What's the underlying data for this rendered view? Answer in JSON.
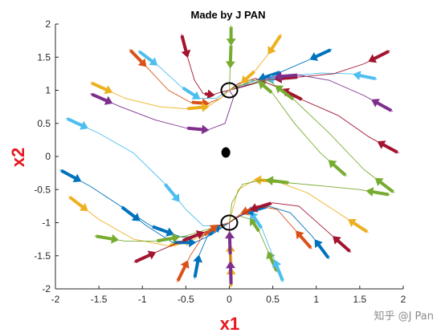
{
  "chart_data": {
    "type": "line",
    "title": "Made by J PAN",
    "xlabel": "x1",
    "ylabel": "x2",
    "label_color": "#e8161e",
    "xlim": [
      -2,
      2
    ],
    "ylim": [
      -2,
      2
    ],
    "xticks": [
      "-2",
      "-1.5",
      "-1",
      "-0.5",
      "0",
      "0.5",
      "1",
      "1.5",
      "2"
    ],
    "yticks": [
      "2",
      "1.5",
      "1",
      "0.5",
      "0",
      "-0.5",
      "-1",
      "-1.5",
      "-2"
    ],
    "grid": false,
    "equilibria": {
      "stable": [
        [
          0,
          1
        ],
        [
          0,
          -1
        ]
      ],
      "saddle": [
        [
          -0.04,
          0.06
        ]
      ]
    },
    "series": [
      {
        "color": "#0072bd",
        "x": [
          1.18,
          0.9,
          0.6,
          0.3,
          0.1,
          0
        ],
        "y": [
          1.62,
          1.45,
          1.28,
          1.15,
          1.06,
          1
        ]
      },
      {
        "color": "#4dbeee",
        "x": [
          1.7,
          1.4,
          1.05,
          0.7,
          0.35,
          0.1,
          0
        ],
        "y": [
          1.17,
          1.25,
          1.26,
          1.22,
          1.13,
          1.04,
          1
        ]
      },
      {
        "color": "#a2142f",
        "x": [
          1.85,
          1.55,
          1.2,
          0.8,
          0.45,
          0.15,
          0
        ],
        "y": [
          1.6,
          1.4,
          1.25,
          1.2,
          1.16,
          1.05,
          1
        ]
      },
      {
        "color": "#7e2f8e",
        "x": [
          1.88,
          1.55,
          1.15,
          0.8,
          0.5,
          0.2,
          0
        ],
        "y": [
          0.68,
          0.92,
          1.15,
          1.23,
          1.2,
          1.08,
          1
        ]
      },
      {
        "color": "#77ac30",
        "x": [
          1.35,
          1.05,
          0.75,
          0.5,
          0.35,
          0.15,
          0
        ],
        "y": [
          -0.3,
          0.05,
          0.5,
          0.95,
          1.12,
          1.08,
          1
        ]
      },
      {
        "color": "#a2142f",
        "x": [
          1.95,
          1.6,
          1.25,
          0.85,
          0.55,
          0.3,
          0.1,
          0
        ],
        "y": [
          0.05,
          0.3,
          0.62,
          0.85,
          1.05,
          1.18,
          1.1,
          1
        ]
      },
      {
        "color": "#77ac30",
        "x": [
          1.9,
          1.55,
          1.15,
          0.75,
          0.45,
          0.2,
          0
        ],
        "y": [
          -0.55,
          -0.2,
          0.35,
          0.85,
          1.15,
          1.15,
          1
        ]
      },
      {
        "color": "#edb120",
        "x": [
          0.6,
          0.45,
          0.3,
          0.15,
          0.05,
          0
        ],
        "y": [
          1.85,
          1.55,
          1.3,
          1.12,
          1.03,
          1
        ]
      },
      {
        "color": "#77ac30",
        "x": [
          0.02,
          0.02,
          0.01,
          0
        ],
        "y": [
          1.98,
          1.7,
          1.35,
          1
        ]
      },
      {
        "color": "#a2142f",
        "x": [
          -0.55,
          -0.48,
          -0.4,
          -0.3,
          -0.2,
          -0.1,
          0
        ],
        "y": [
          1.85,
          1.5,
          1.15,
          0.95,
          0.93,
          0.97,
          1
        ]
      },
      {
        "color": "#4dbeee",
        "x": [
          -1.05,
          -0.8,
          -0.55,
          -0.35,
          -0.15,
          0
        ],
        "y": [
          1.6,
          1.35,
          1.05,
          0.88,
          0.88,
          1
        ]
      },
      {
        "color": "#d95319",
        "x": [
          -1.15,
          -0.95,
          -0.7,
          -0.45,
          -0.25,
          -0.1,
          0
        ],
        "y": [
          1.62,
          1.35,
          1.0,
          0.82,
          0.8,
          0.88,
          1
        ]
      },
      {
        "color": "#edb120",
        "x": [
          -1.6,
          -1.2,
          -0.8,
          -0.5,
          -0.25,
          -0.1,
          0
        ],
        "y": [
          1.12,
          0.88,
          0.75,
          0.72,
          0.75,
          0.88,
          1
        ]
      },
      {
        "color": "#7e2f8e",
        "x": [
          -1.6,
          -1.25,
          -0.85,
          -0.5,
          -0.25,
          -0.05,
          0.05,
          0
        ],
        "y": [
          0.95,
          0.75,
          0.55,
          0.43,
          0.4,
          0.5,
          0.9,
          1
        ]
      },
      {
        "color": "#4dbeee",
        "x": [
          -1.88,
          -1.5,
          -1.1,
          -0.75,
          -0.5,
          -0.3,
          -0.1,
          0
        ],
        "y": [
          0.58,
          0.35,
          0.05,
          -0.4,
          -0.8,
          -1.05,
          -1.05,
          -1
        ]
      },
      {
        "color": "#0072bd",
        "x": [
          -1.95,
          -1.6,
          -1.25,
          -0.9,
          -0.55,
          -0.3,
          -0.1,
          0
        ],
        "y": [
          -0.2,
          -0.45,
          -0.75,
          -1.05,
          -1.22,
          -1.2,
          -1.08,
          -1
        ]
      },
      {
        "color": "#edb120",
        "x": [
          -1.85,
          -1.5,
          -1.1,
          -0.7,
          -0.4,
          -0.15,
          0
        ],
        "y": [
          -0.6,
          -0.95,
          -1.25,
          -1.35,
          -1.25,
          -1.1,
          -1
        ]
      },
      {
        "color": "#0072bd",
        "x": [
          -1.25,
          -0.95,
          -0.65,
          -0.4,
          -0.2,
          0
        ],
        "y": [
          -0.75,
          -1.05,
          -1.3,
          -1.3,
          -1.18,
          -1
        ]
      },
      {
        "color": "#77ac30",
        "x": [
          -1.55,
          -1.2,
          -0.85,
          -0.5,
          -0.25,
          0
        ],
        "y": [
          -1.2,
          -1.28,
          -1.28,
          -1.2,
          -1.1,
          -1
        ]
      },
      {
        "color": "#a2142f",
        "x": [
          -1.1,
          -0.85,
          -0.55,
          -0.3,
          -0.1,
          0
        ],
        "y": [
          -1.6,
          -1.45,
          -1.28,
          -1.15,
          -1.05,
          -1
        ]
      },
      {
        "color": "#0072bd",
        "x": [
          -0.4,
          -0.35,
          -0.25,
          -0.12,
          0
        ],
        "y": [
          -1.85,
          -1.5,
          -1.2,
          -1.05,
          -1
        ]
      },
      {
        "color": "#d95319",
        "x": [
          -0.6,
          -0.45,
          -0.3,
          -0.15,
          0
        ],
        "y": [
          -1.9,
          -1.5,
          -1.2,
          -1.05,
          -1
        ]
      },
      {
        "color": "#edb120",
        "x": [
          0.02,
          0.02,
          0.01,
          0
        ],
        "y": [
          -1.98,
          -1.7,
          -1.35,
          -1
        ]
      },
      {
        "color": "#7e2f8e",
        "x": [
          0.02,
          0.01,
          0
        ],
        "y": [
          -1.95,
          -1.5,
          -1
        ]
      },
      {
        "color": "#77ac30",
        "x": [
          0.55,
          0.45,
          0.35,
          0.25,
          0.12,
          0
        ],
        "y": [
          -1.75,
          -1.45,
          -1.15,
          -0.95,
          -0.9,
          -1
        ]
      },
      {
        "color": "#4dbeee",
        "x": [
          0.62,
          0.5,
          0.38,
          0.25,
          0.1,
          0
        ],
        "y": [
          -1.9,
          -1.5,
          -1.1,
          -0.85,
          -0.9,
          -1
        ]
      },
      {
        "color": "#0072bd",
        "x": [
          1.15,
          0.95,
          0.7,
          0.45,
          0.2,
          0.05,
          0
        ],
        "y": [
          -1.55,
          -1.2,
          -0.85,
          -0.75,
          -0.85,
          -0.95,
          -1
        ]
      },
      {
        "color": "#d95319",
        "x": [
          0.95,
          0.75,
          0.55,
          0.35,
          0.15,
          0.05,
          0
        ],
        "y": [
          -1.4,
          -1.1,
          -0.8,
          -0.75,
          -0.85,
          -0.95,
          -1
        ]
      },
      {
        "color": "#a2142f",
        "x": [
          1.4,
          1.1,
          0.8,
          0.5,
          0.25,
          0.05,
          0
        ],
        "y": [
          -1.45,
          -1.1,
          -0.75,
          -0.7,
          -0.8,
          -0.95,
          -1
        ]
      },
      {
        "color": "#edb120",
        "x": [
          1.6,
          1.25,
          0.9,
          0.55,
          0.3,
          0.1,
          0.05,
          0
        ],
        "y": [
          -1.15,
          -0.85,
          -0.55,
          -0.38,
          -0.35,
          -0.5,
          -0.75,
          -1
        ]
      },
      {
        "color": "#77ac30",
        "x": [
          1.85,
          1.5,
          1.1,
          0.7,
          0.4,
          0.15,
          0.03,
          0
        ],
        "y": [
          -0.58,
          -0.5,
          -0.45,
          -0.4,
          -0.35,
          -0.42,
          -0.7,
          -1
        ]
      }
    ]
  },
  "watermark": "知乎 @J Pan"
}
